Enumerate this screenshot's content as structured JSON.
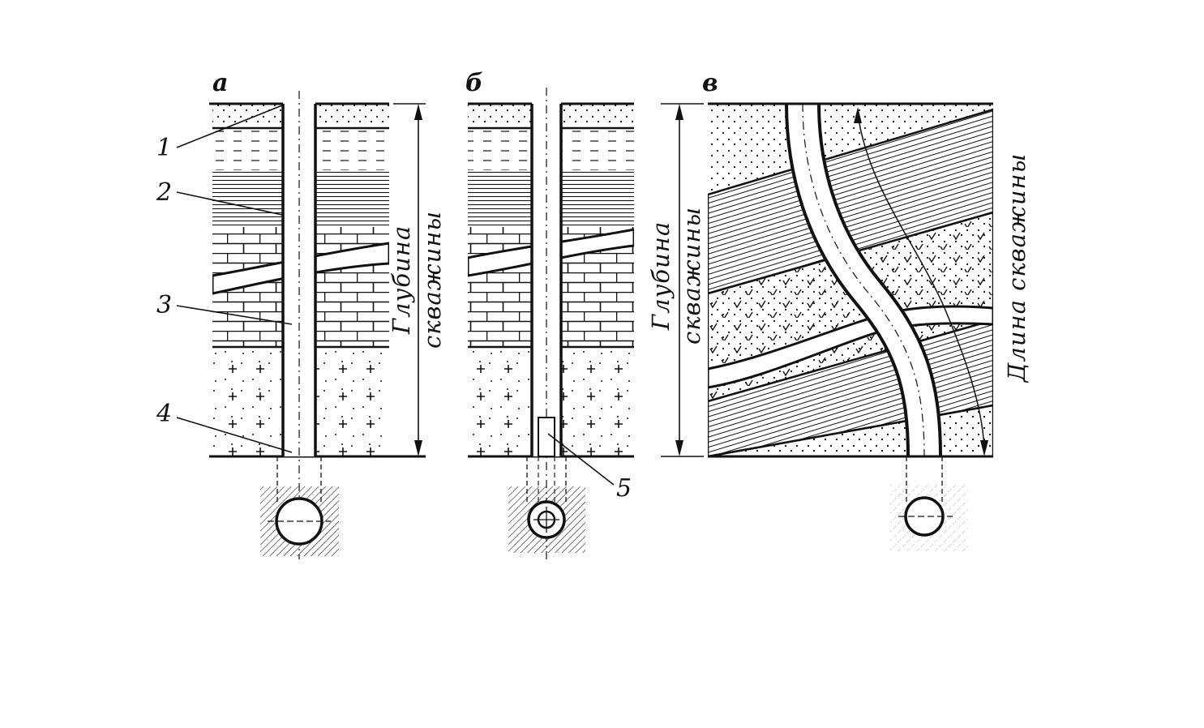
{
  "panels": {
    "a": "а",
    "b": "б",
    "c": "в"
  },
  "callouts": [
    "1",
    "2",
    "3",
    "4",
    "5"
  ],
  "depth_label": {
    "line1": "Глубина",
    "line2": "скважины"
  },
  "length_label": "Длина скважины"
}
